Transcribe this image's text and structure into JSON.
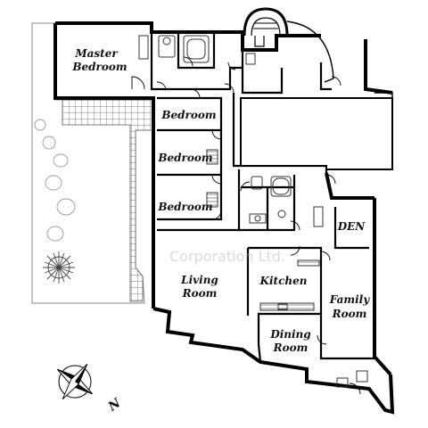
{
  "rooms": {
    "master_bedroom_line1": "Master",
    "master_bedroom_line2": "Bedroom",
    "bedroom_1": "Bedroom",
    "bedroom_2": "Bedroom",
    "bedroom_3": "Bedroom",
    "den": "DEN",
    "living_line1": "Living",
    "living_line2": "Room",
    "kitchen": "Kitchen",
    "family_line1": "Family",
    "family_line2": "Room",
    "dining_line1": "Dining",
    "dining_line2": "Room"
  },
  "watermark": "Corporation Ltd.",
  "compass": {
    "north_label": "N"
  }
}
